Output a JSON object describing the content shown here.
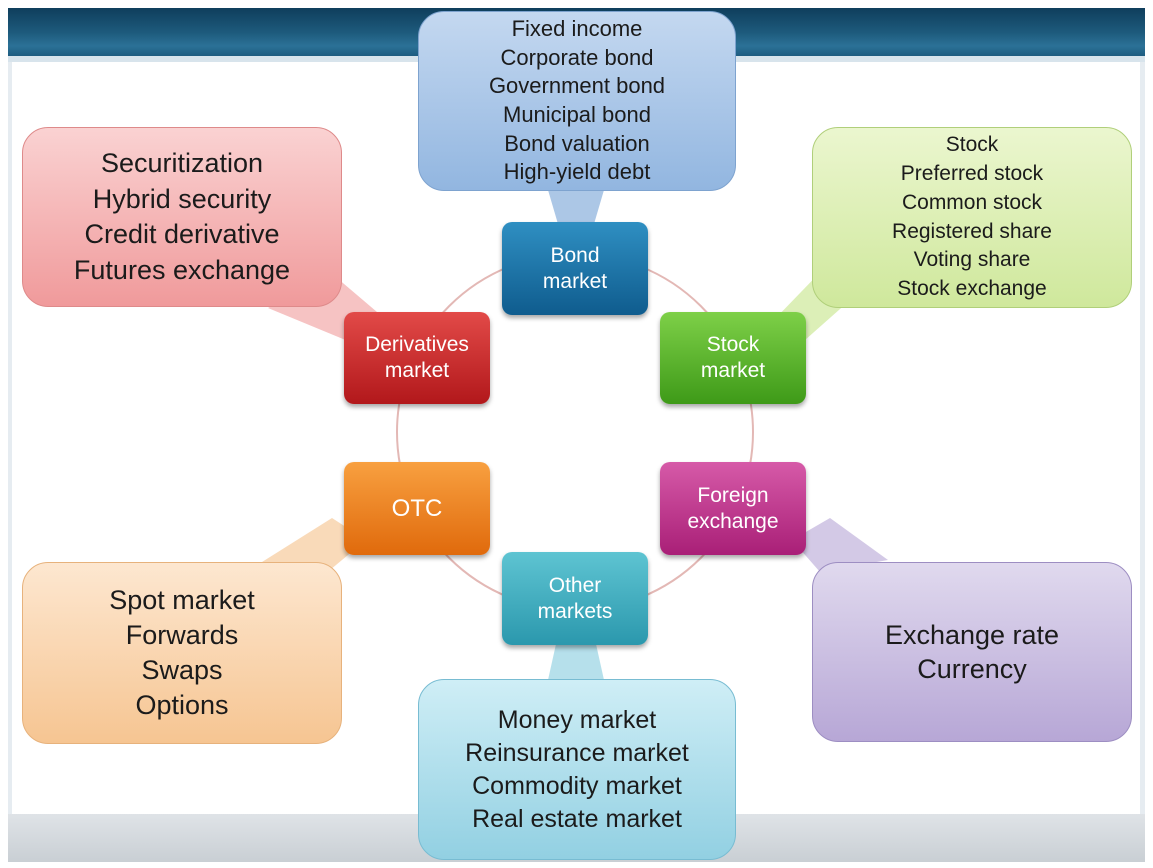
{
  "colors": {
    "bond": "#1a6fa3",
    "stock": "#4fae22",
    "derivatives": "#c62a2c",
    "otc": "#ee7d1f",
    "foreign_exchange": "#bf3a8f",
    "other": "#3aaabe",
    "ring": "#e3b8b5",
    "header_band": "#1d5a7c"
  },
  "markets": {
    "bond": {
      "label_lines": [
        "Bond",
        "market"
      ],
      "details": [
        "Fixed income",
        "Corporate bond",
        "Government bond",
        "Municipal bond",
        "Bond valuation",
        "High-yield debt"
      ]
    },
    "stock": {
      "label_lines": [
        "Stock",
        "market"
      ],
      "details": [
        "Stock",
        "Preferred stock",
        "Common stock",
        "Registered share",
        "Voting share",
        "Stock exchange"
      ]
    },
    "derivatives": {
      "label_lines": [
        "Derivatives",
        "market"
      ],
      "details": [
        "Securitization",
        "Hybrid security",
        "Credit derivative",
        "Futures exchange"
      ]
    },
    "otc": {
      "label_lines": [
        "OTC"
      ],
      "details": [
        "Spot market",
        "Forwards",
        "Swaps",
        "Options"
      ]
    },
    "foreign_exchange": {
      "label_lines": [
        "Foreign",
        "exchange"
      ],
      "details": [
        "Exchange rate",
        "Currency"
      ]
    },
    "other": {
      "label_lines": [
        "Other",
        "markets"
      ],
      "details": [
        "Money market",
        "Reinsurance market",
        "Commodity market",
        "Real estate market"
      ]
    }
  }
}
